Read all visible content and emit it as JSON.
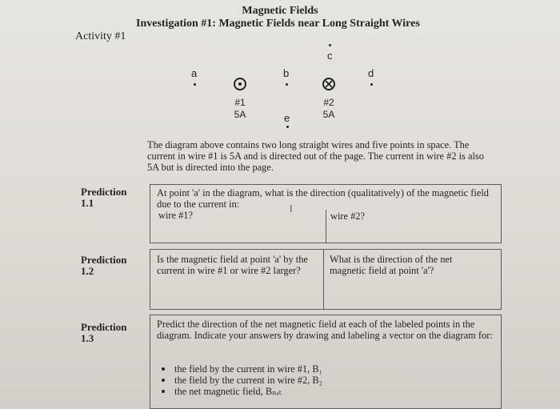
{
  "header": {
    "title": "Magnetic Fields",
    "subtitle": "Investigation #1:  Magnetic Fields near Long Straight Wires",
    "activity": "Activity #1"
  },
  "diagram": {
    "points": [
      "a",
      "b",
      "c",
      "d",
      "e"
    ],
    "wires": [
      {
        "label": "#1",
        "current": "5A",
        "direction_icon": "out-of-page-icon"
      },
      {
        "label": "#2",
        "current": "5A",
        "direction_icon": "into-page-icon"
      }
    ]
  },
  "description": "The diagram above contains two long straight wires and five points in space.  The current in wire #1 is 5A and is directed out of the page.  The current in wire #2 is also 5A but is directed into the page.",
  "predictions": [
    {
      "label": "Prediction 1.1",
      "question": "At point 'a' in the diagram, what is the direction (qualitatively) of the magnetic field due to the current in:",
      "left": "wire #1?",
      "right": "wire #2?"
    },
    {
      "label": "Prediction 1.2",
      "left": "Is the magnetic field at point 'a' by the current in wire #1 or wire #2 larger?",
      "right": "What is the direction of the net magnetic field at point 'a'?"
    },
    {
      "label": "Prediction 1.3",
      "text": "Predict the direction of the net magnetic field at each of the labeled points in the diagram.  Indicate your answers by drawing and labeling a vector on the diagram for:",
      "bullets": [
        "the field by the current in wire #1, B₁",
        "the field by the current in wire #2, B₂",
        "the net magnetic field, Bₙₑₜ"
      ]
    }
  ]
}
